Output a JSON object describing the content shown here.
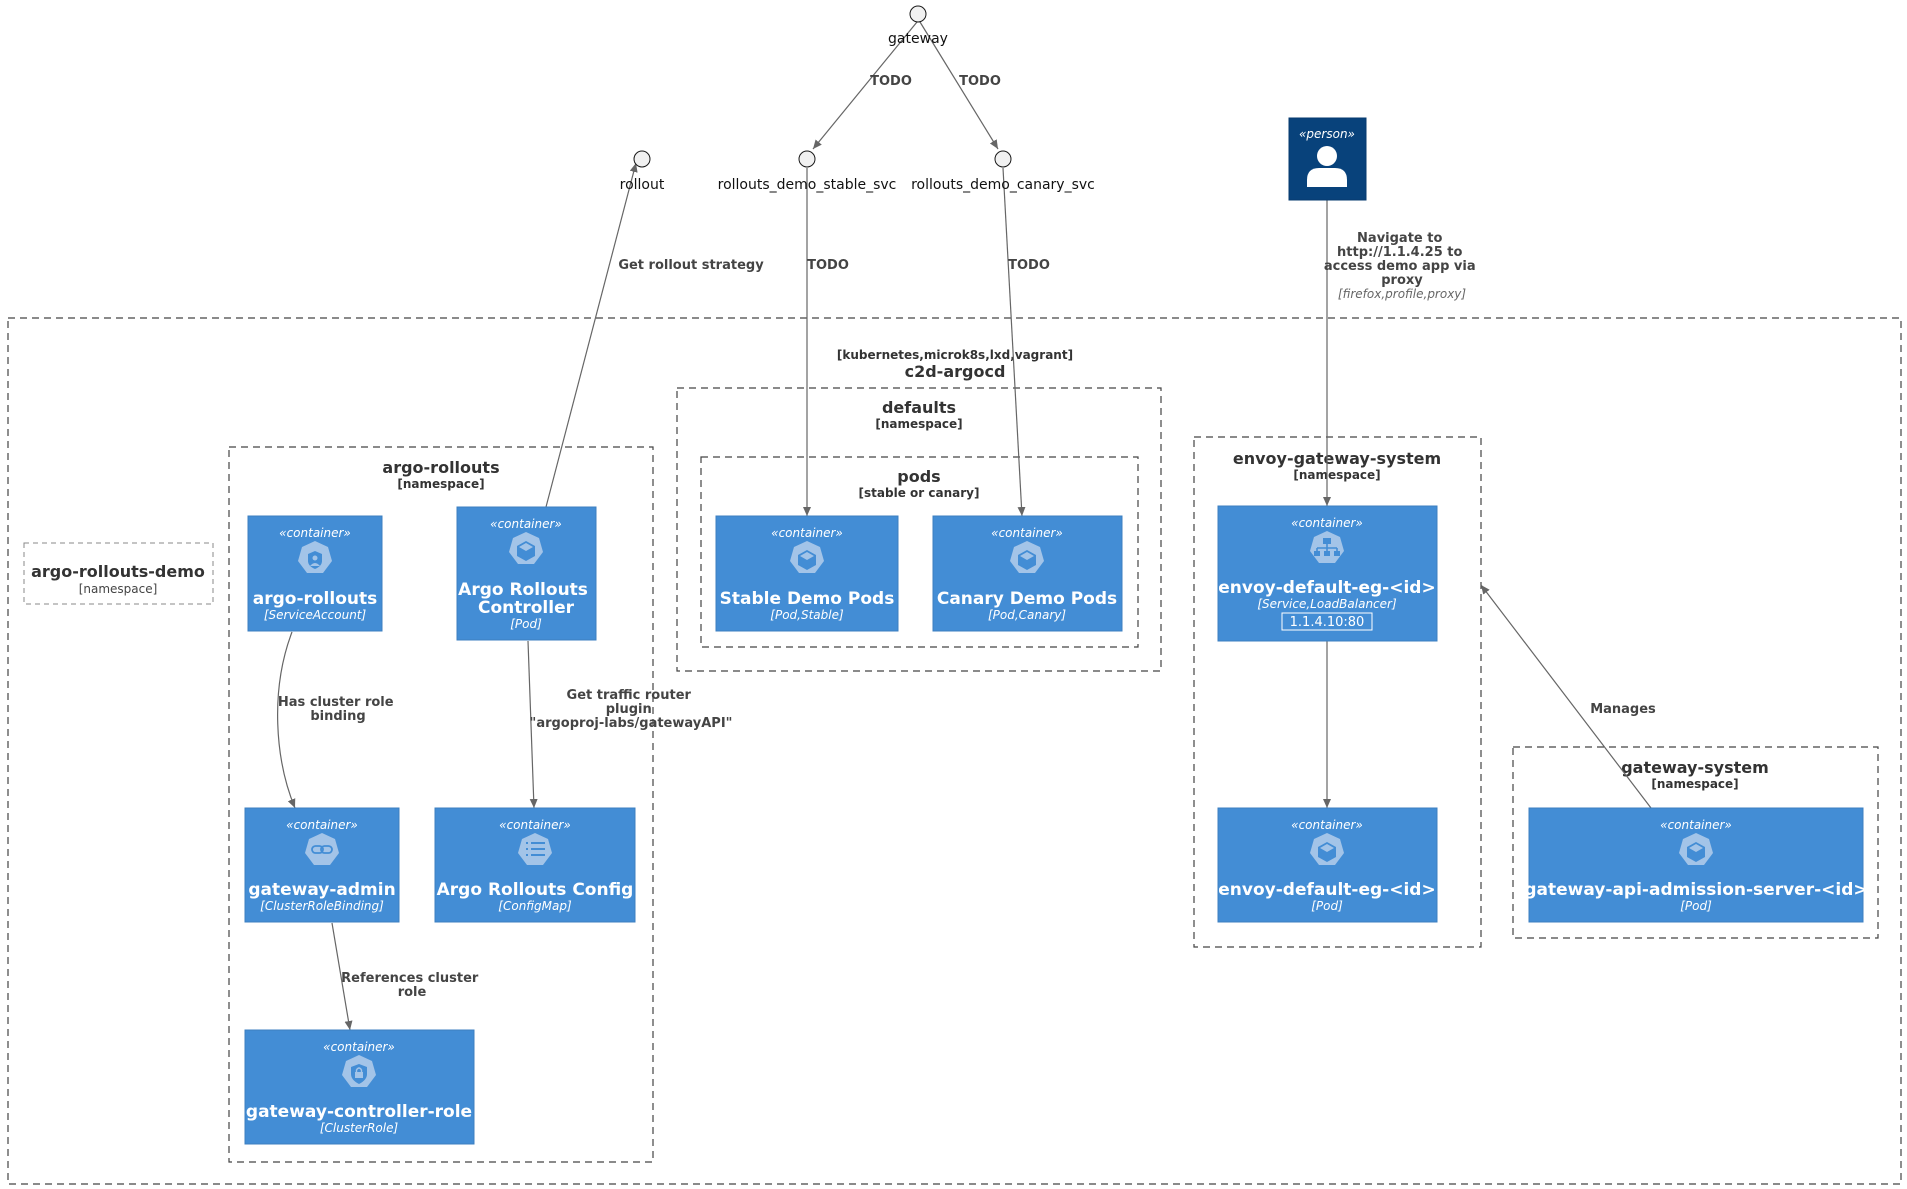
{
  "interfaces": {
    "gateway": "gateway",
    "rollout": "rollout",
    "stable_svc": "rollouts_demo_stable_svc",
    "canary_svc": "rollouts_demo_canary_svc"
  },
  "person": {
    "stereotype": "«person»"
  },
  "edges": {
    "gw_stable": "TODO",
    "gw_canary": "TODO",
    "stable_pods": "TODO",
    "canary_pods": "TODO",
    "rollout_strategy": "Get rollout strategy",
    "navigate": [
      "Navigate to",
      "http://1.1.4.25 to",
      "access demo app via",
      "proxy"
    ],
    "navigate_tech": "[firefox,profile,proxy]",
    "cluster_role_binding": [
      "Has cluster role",
      "binding"
    ],
    "traffic_router": [
      "Get traffic router",
      "plugin",
      "\"argoproj-labs/gatewayAPI\""
    ],
    "references_role": [
      "References cluster",
      "role"
    ],
    "manages": "Manages"
  },
  "boundaries": {
    "c2d": {
      "title": "c2d-argocd",
      "sub": "[kubernetes,microk8s,lxd,vagrant]"
    },
    "defaults": {
      "title": "defaults",
      "sub": "[namespace]"
    },
    "pods": {
      "title": "pods",
      "sub": "[stable or canary]"
    },
    "argo_rollouts": {
      "title": "argo-rollouts",
      "sub": "[namespace]"
    },
    "envoy": {
      "title": "envoy-gateway-system",
      "sub": "[namespace]"
    },
    "gateway_system": {
      "title": "gateway-system",
      "sub": "[namespace]"
    },
    "argo_demo": {
      "title": "argo-rollouts-demo",
      "sub": "[namespace]"
    }
  },
  "containers": {
    "sa": {
      "stereo": "«container»",
      "name": [
        "argo-rollouts"
      ],
      "type": "[ServiceAccount]",
      "icon": "shield-user-icon"
    },
    "controller": {
      "stereo": "«container»",
      "name": [
        "Argo Rollouts",
        "Controller"
      ],
      "type": "[Pod]",
      "icon": "cube-icon"
    },
    "stable": {
      "stereo": "«container»",
      "name": [
        "Stable Demo Pods"
      ],
      "type": "[Pod,Stable]",
      "icon": "cube-icon"
    },
    "canary": {
      "stereo": "«container»",
      "name": [
        "Canary Demo Pods"
      ],
      "type": "[Pod,Canary]",
      "icon": "cube-icon"
    },
    "envoy_svc": {
      "stereo": "«container»",
      "name": [
        "envoy-default-eg-<id>"
      ],
      "type": "[Service,LoadBalancer]",
      "port": "1.1.4.10:80",
      "icon": "network-tree-icon"
    },
    "gw_admin": {
      "stereo": "«container»",
      "name": [
        "gateway-admin"
      ],
      "type": "[ClusterRoleBinding]",
      "icon": "link-icon"
    },
    "config": {
      "stereo": "«container»",
      "name": [
        "Argo Rollouts Config"
      ],
      "type": "[ConfigMap]",
      "icon": "list-icon"
    },
    "envoy_pod": {
      "stereo": "«container»",
      "name": [
        "envoy-default-eg-<id>"
      ],
      "type": "[Pod]",
      "icon": "cube-icon"
    },
    "admission": {
      "stereo": "«container»",
      "name": [
        "gateway-api-admission-server-<id>"
      ],
      "type": "[Pod]",
      "icon": "cube-icon"
    },
    "role": {
      "stereo": "«container»",
      "name": [
        "gateway-controller-role"
      ],
      "type": "[ClusterRole]",
      "icon": "lock-icon"
    }
  },
  "colors": {
    "container": "#438dd5",
    "person": "#08427b",
    "icon_bg": "#a3c4e8",
    "edge": "#666666"
  }
}
